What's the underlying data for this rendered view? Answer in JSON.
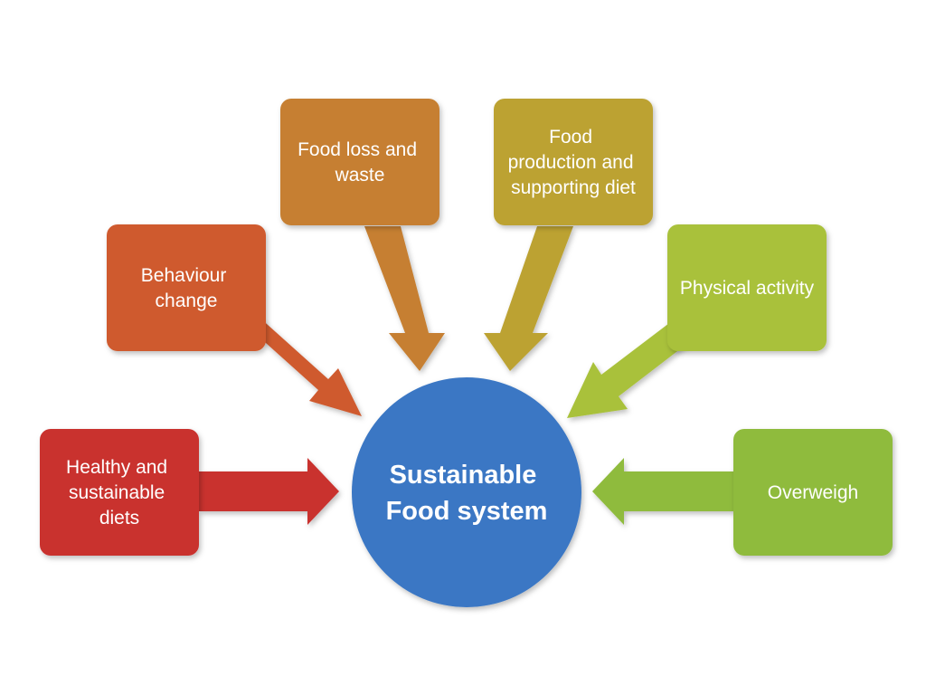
{
  "hub": {
    "lines": [
      "Sustainable",
      "Food system"
    ],
    "color": "#3a77c4"
  },
  "nodes": [
    {
      "id": "healthy-sustainable-diets",
      "lines": [
        "Healthy and",
        "sustainable",
        "diets"
      ],
      "color": "#c9302e"
    },
    {
      "id": "behaviour-change",
      "lines": [
        "Behaviour",
        "change"
      ],
      "color": "#cf5a2e"
    },
    {
      "id": "food-loss-and-waste",
      "lines": [
        "Food loss and",
        "waste"
      ],
      "color": "#c67f30"
    },
    {
      "id": "food-production",
      "lines": [
        "Food",
        "production and",
        "supporting diet"
      ],
      "color": "#bca233"
    },
    {
      "id": "physical-activity",
      "lines": [
        "Physical activity"
      ],
      "color": "#a9c13b"
    },
    {
      "id": "overweigh",
      "lines": [
        "Overweigh"
      ],
      "color": "#8fbb3d"
    }
  ]
}
